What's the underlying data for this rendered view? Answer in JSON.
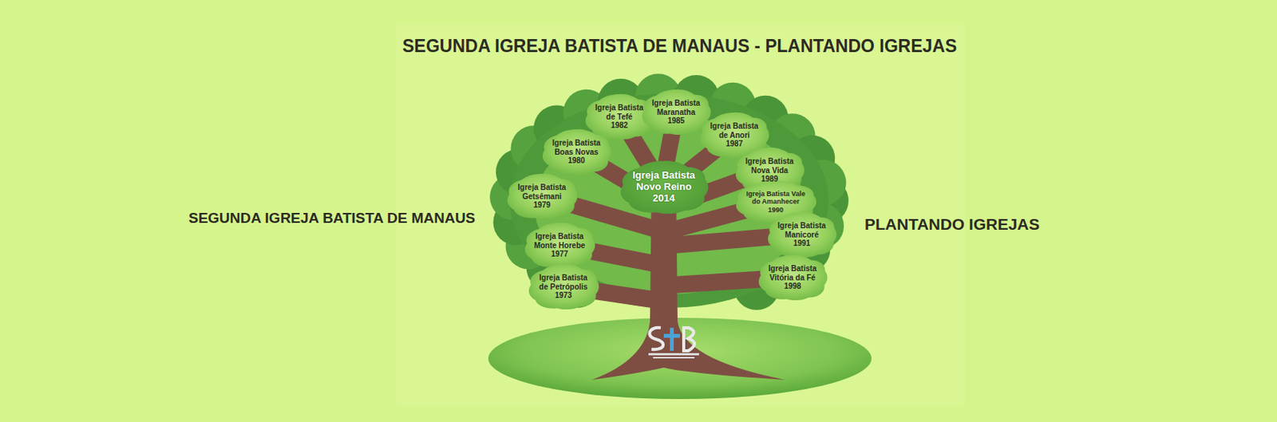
{
  "diagram": {
    "title": "SEGUNDA IGREJA BATISTA DE MANAUS - PLANTANDO IGREJAS",
    "nodes": [
      {
        "text": [
          "Igreja Batista de Tefé",
          "1982"
        ]
      },
      {
        "text": [
          "Igreja Batista Maranatha",
          "1985"
        ]
      },
      {
        "text": [
          "Igreja Batista de Anori",
          "1987"
        ]
      },
      {
        "text": [
          "Igreja Batista Boas Novas",
          "1980"
        ]
      },
      {
        "text": [
          "Igreja Batista Novo Reino",
          "2014"
        ]
      },
      {
        "text": [
          "Igreja Batista Nova Vida",
          "1989"
        ]
      },
      {
        "text": [
          "Igreja Batista Getsêmani",
          "1979"
        ]
      },
      {
        "text": [
          "Igreja Batista Vale do Amanhecer",
          "1990"
        ]
      },
      {
        "text": [
          "Igreja Batista Manicoré",
          "1991"
        ]
      },
      {
        "text": [
          "Igreja Batista Monte Horebe",
          "1977"
        ]
      },
      {
        "text": [
          "Igreja Batista Vitória da Fé",
          "1998"
        ]
      },
      {
        "text": [
          "Igreja Batista de Petrópolis",
          "1973"
        ]
      }
    ],
    "labels": [
      "SEGUNDA IGREJA BATISTA DE MANAUS",
      "PLANTANDO IGREJAS"
    ]
  }
}
